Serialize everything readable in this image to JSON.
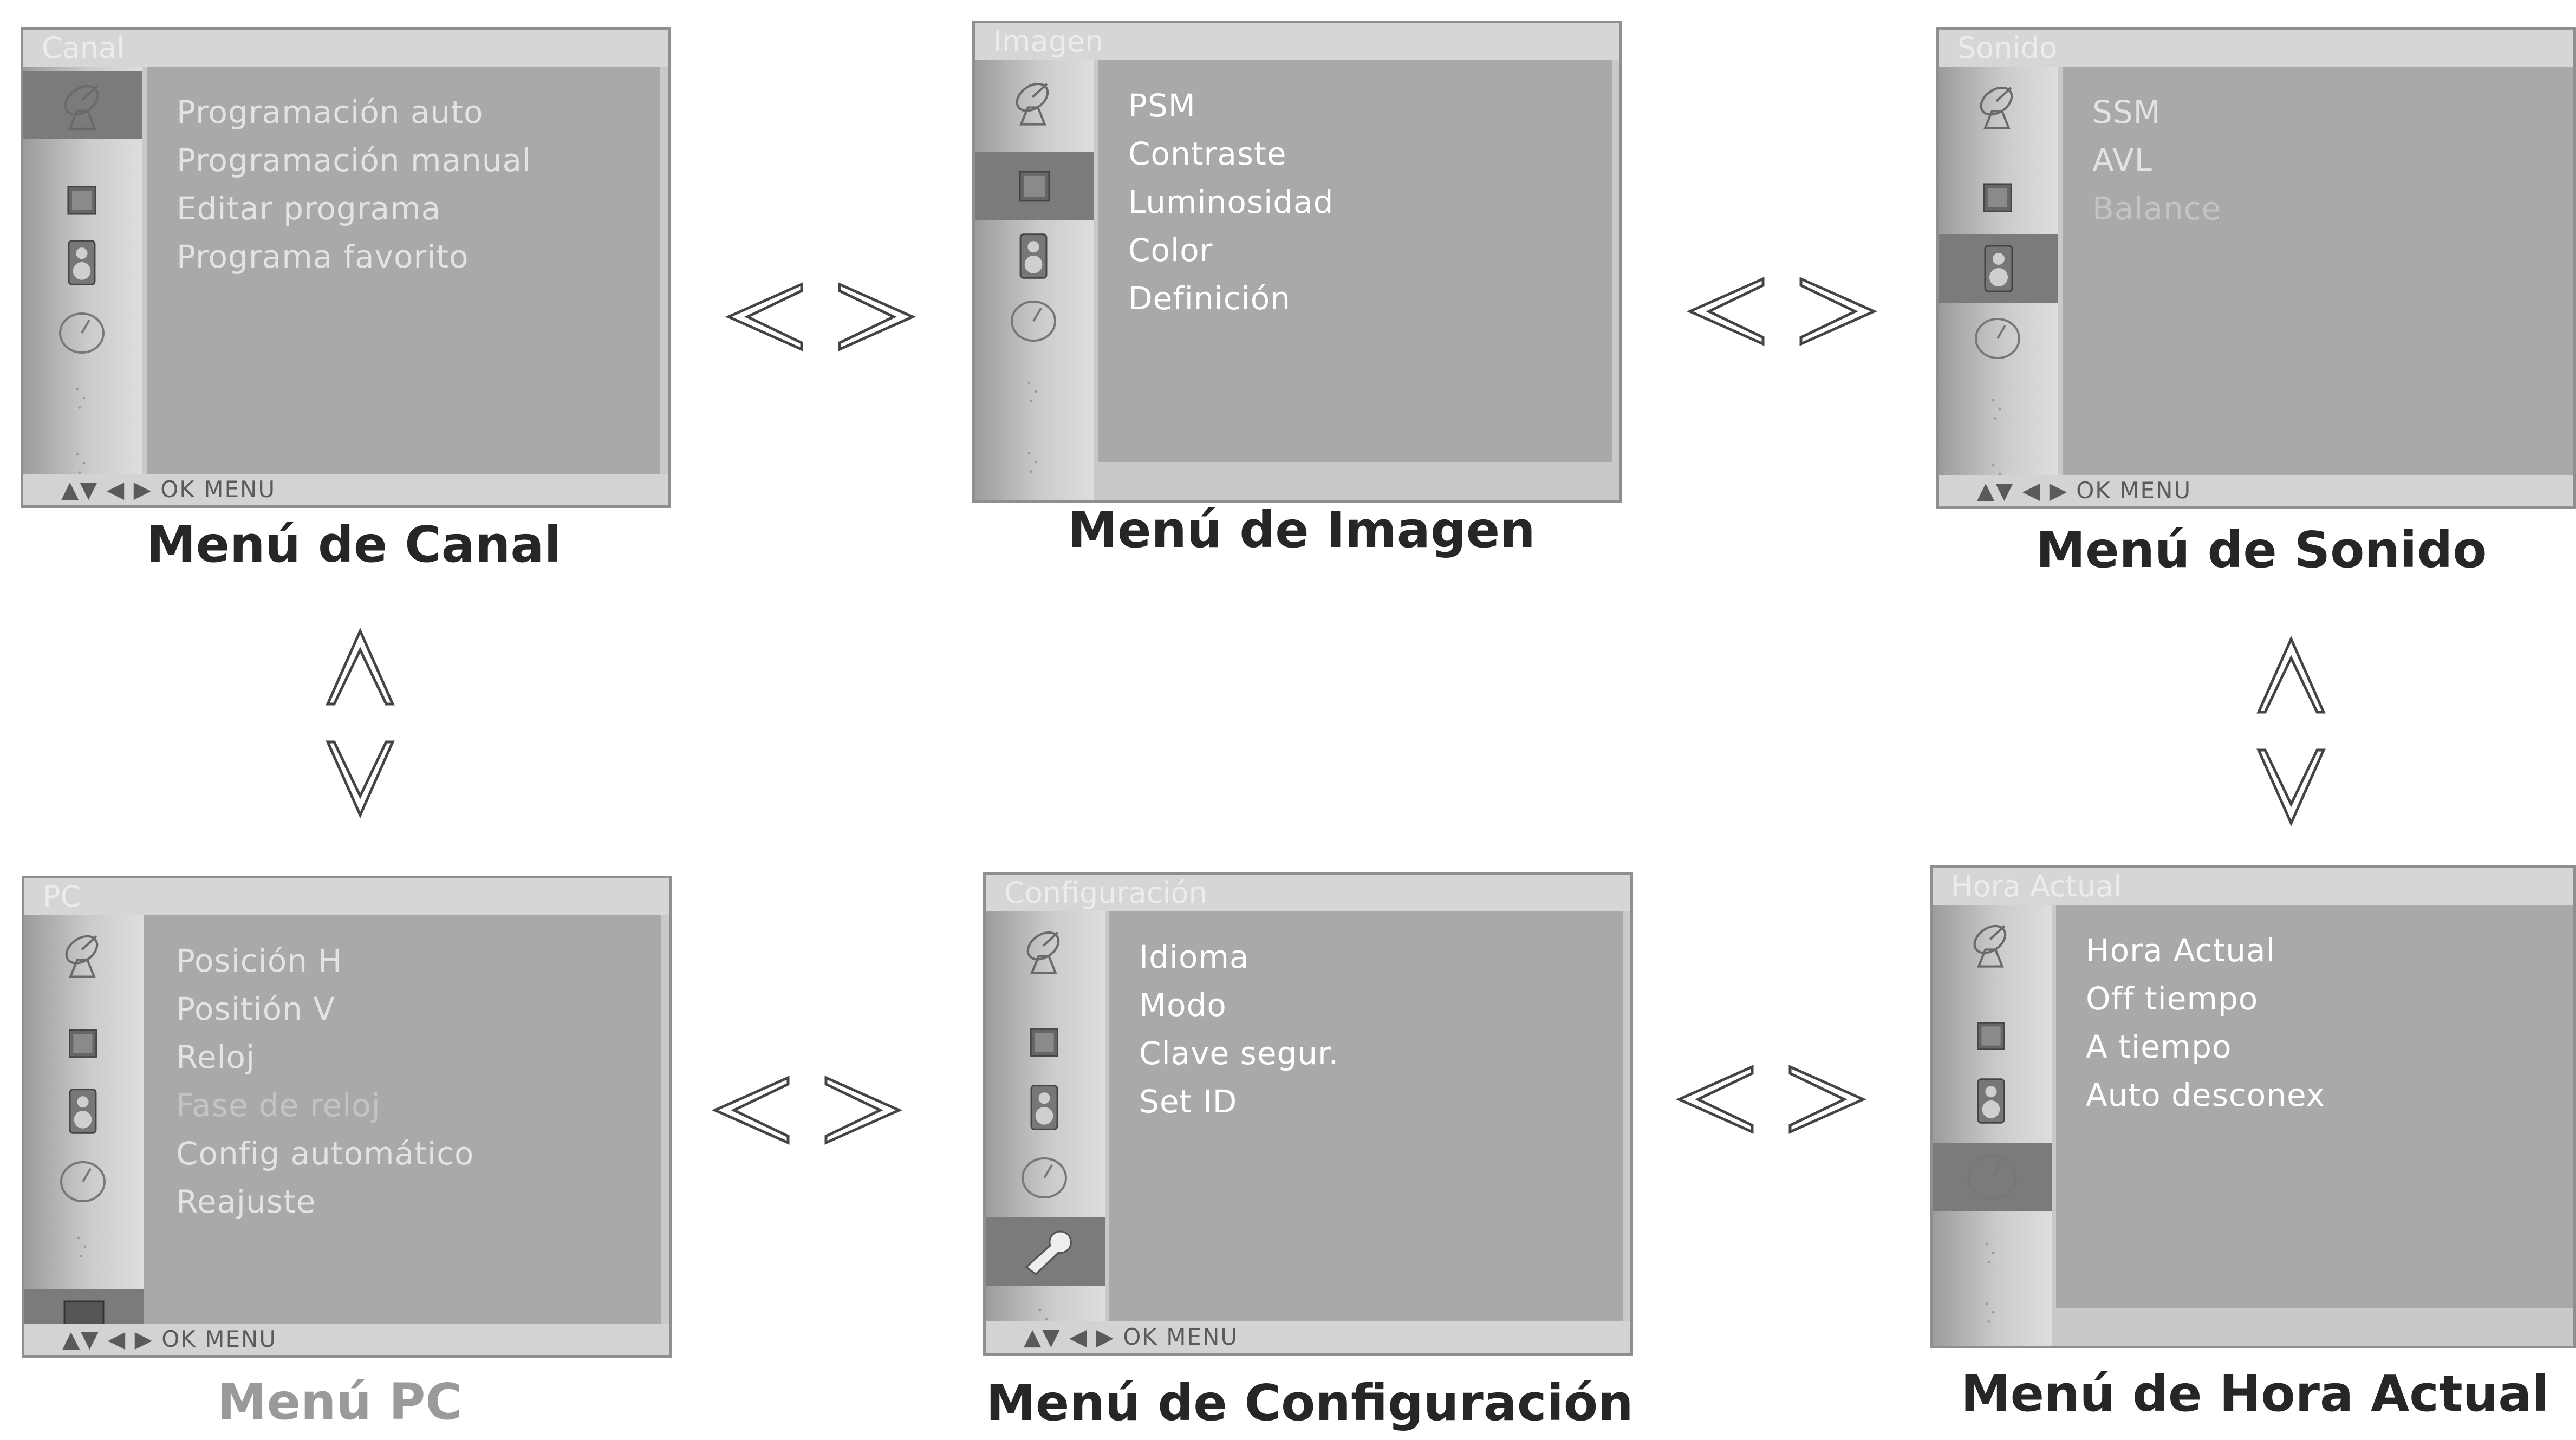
{
  "panels": {
    "canal": {
      "title": "Canal",
      "items": [
        "Programación auto",
        "Programación manual",
        "Editar programa",
        "Programa favorito"
      ],
      "footer": "▲▼  ◀ ▶  OK   MENU",
      "caption": "Menú de Canal",
      "selected_icon": "satellite-dish-icon"
    },
    "imagen": {
      "title": "Imagen",
      "items": [
        "PSM",
        "Contraste",
        "Luminosidad",
        "Color",
        "Definición"
      ],
      "caption": "Menú de Imagen",
      "selected_icon": "picture-square-icon"
    },
    "sonido": {
      "title": "Sonido",
      "items": [
        "SSM",
        "AVL",
        "Balance"
      ],
      "footer": "▲▼  ◀ ▶  OK   MENU",
      "caption": "Menú de Sonido",
      "selected_icon": "speaker-icon"
    },
    "pc": {
      "title": "PC",
      "items": [
        "Posición H",
        "Positión V",
        "Reloj",
        "Fase de reloj",
        "Config automático",
        "Reajuste"
      ],
      "footer": "▲▼  ◀ ▶  OK   MENU",
      "caption": "Menú PC",
      "selected_icon": "pc-monitor-icon"
    },
    "configuracion": {
      "title": "Configuración",
      "items": [
        "Idioma",
        "Modo",
        "Clave segur.",
        "Set ID"
      ],
      "footer": "▲▼  ◀ ▶  OK   MENU",
      "caption": "Menú de Configuración",
      "selected_icon": "wrench-icon"
    },
    "hora": {
      "title": "Hora Actual",
      "items": [
        "Hora Actual",
        "Off tiempo",
        "A tiempo",
        "Auto desconex"
      ],
      "caption": "Menú de Hora Actual",
      "selected_icon": "clock-icon"
    }
  },
  "colors": {
    "panel_bg": "#c9c9c9",
    "content_bg": "#a9a9a9",
    "selected_icon_bg": "#7b7b7b",
    "caption": "#262626"
  }
}
